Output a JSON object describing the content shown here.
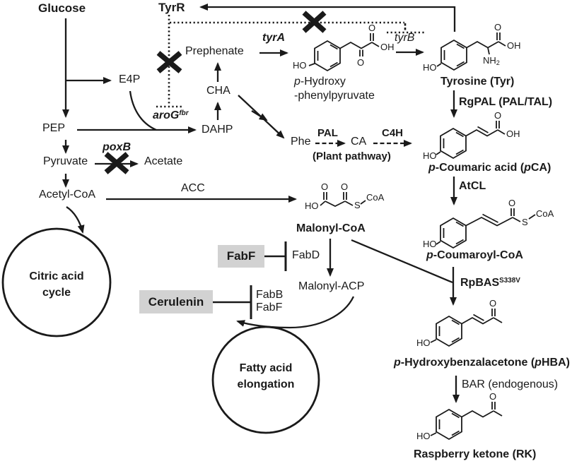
{
  "colors": {
    "ink": "#1a1a1a",
    "inhibitor_box_fill": "#d2d2d2",
    "background": "#ffffff"
  },
  "labels": {
    "glucose": "Glucose",
    "tyrr": "TyrR",
    "e4p": "E4P",
    "pep": "PEP",
    "prephenate": "Prephenate",
    "tyra": "tyrA",
    "tyrb": "tyrB",
    "cha": "CHA",
    "dahp": "DAHP",
    "poxb": "poxB",
    "pyruvate": "Pyruvate",
    "acetate": "Acetate",
    "acetyl_coa": "Acetyl-CoA",
    "acc": "ACC",
    "citric_line1": "Citric acid",
    "citric_line2": "cycle",
    "phe": "Phe",
    "pal": "PAL",
    "ca": "CA",
    "c4h": "C4H",
    "plant_pathway": "(Plant pathway)",
    "php_line2": "-phenylpyruvate",
    "tyrosine": "Tyrosine (Tyr)",
    "rgpal": "RgPAL (PAL/TAL)",
    "atcl": "AtCL",
    "malonyl_coa": "Malonyl-CoA",
    "fabf_box": "FabF",
    "fabd": "FabD",
    "malonyl_acp": "Malonyl-ACP",
    "cerulenin": "Cerulenin",
    "fabb": "FabB",
    "fabf": "FabF",
    "fatty_line1": "Fatty acid",
    "fatty_line2": "elongation",
    "bar": "BAR (endogenous)",
    "raspberry": "Raspberry ketone (RK)"
  },
  "rich": {
    "arog": [
      {
        "t": "aroG"
      },
      {
        "t": "fbr",
        "s": "sup"
      }
    ],
    "php_line1": [
      {
        "t": "p",
        "s": "i"
      },
      {
        "t": "-Hydroxy"
      }
    ],
    "pca": [
      {
        "t": "p",
        "s": "i"
      },
      {
        "t": "-Coumaric acid ("
      },
      {
        "t": "p",
        "s": "i"
      },
      {
        "t": "CA)"
      }
    ],
    "pcoumaroyl": [
      {
        "t": "p",
        "s": "i"
      },
      {
        "t": "-Coumaroyl-CoA"
      }
    ],
    "rpbas": [
      {
        "t": "RpBAS"
      },
      {
        "t": "S338V",
        "s": "sup"
      }
    ],
    "phba": [
      {
        "t": "p",
        "s": "i"
      },
      {
        "t": "-Hydroxybenzalacetone ("
      },
      {
        "t": "p",
        "s": "i"
      },
      {
        "t": "HBA)"
      }
    ],
    "nh2": [
      {
        "t": "NH"
      },
      {
        "t": "2",
        "s": "sub"
      }
    ]
  },
  "atoms": {
    "ho": "HO",
    "o": "O",
    "oh": "OH",
    "s": "S",
    "coa": "CoA"
  }
}
